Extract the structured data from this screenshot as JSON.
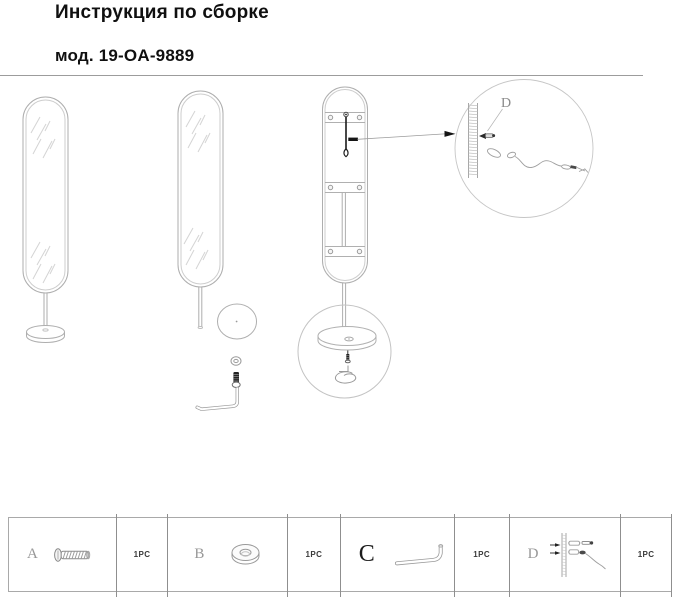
{
  "header": {
    "title": "Инструкция по сборке",
    "model": "мод. 19-OA-9889"
  },
  "diagram": {
    "detail_circle_label": "D",
    "icons": [
      "floor-mirror-icon",
      "mirror-base-exploded-icon",
      "mirror-back-wall-mount-icon",
      "base-bottom-detail-icon",
      "wall-anchor-detail-icon"
    ]
  },
  "parts_table": {
    "items": [
      {
        "label": "A",
        "icon": "screw-icon",
        "qty": "1PC"
      },
      {
        "label": "B",
        "icon": "washer-icon",
        "qty": "1PC"
      },
      {
        "label": "C",
        "icon": "allen-key-icon",
        "qty": "1PC"
      },
      {
        "label": "D",
        "icon": "wall-anchor-kit-icon",
        "qty": "1PC"
      }
    ]
  },
  "colors": {
    "ink": "#101010",
    "line": "#b0b0b0",
    "dark_parts": "#1a1a1a"
  }
}
